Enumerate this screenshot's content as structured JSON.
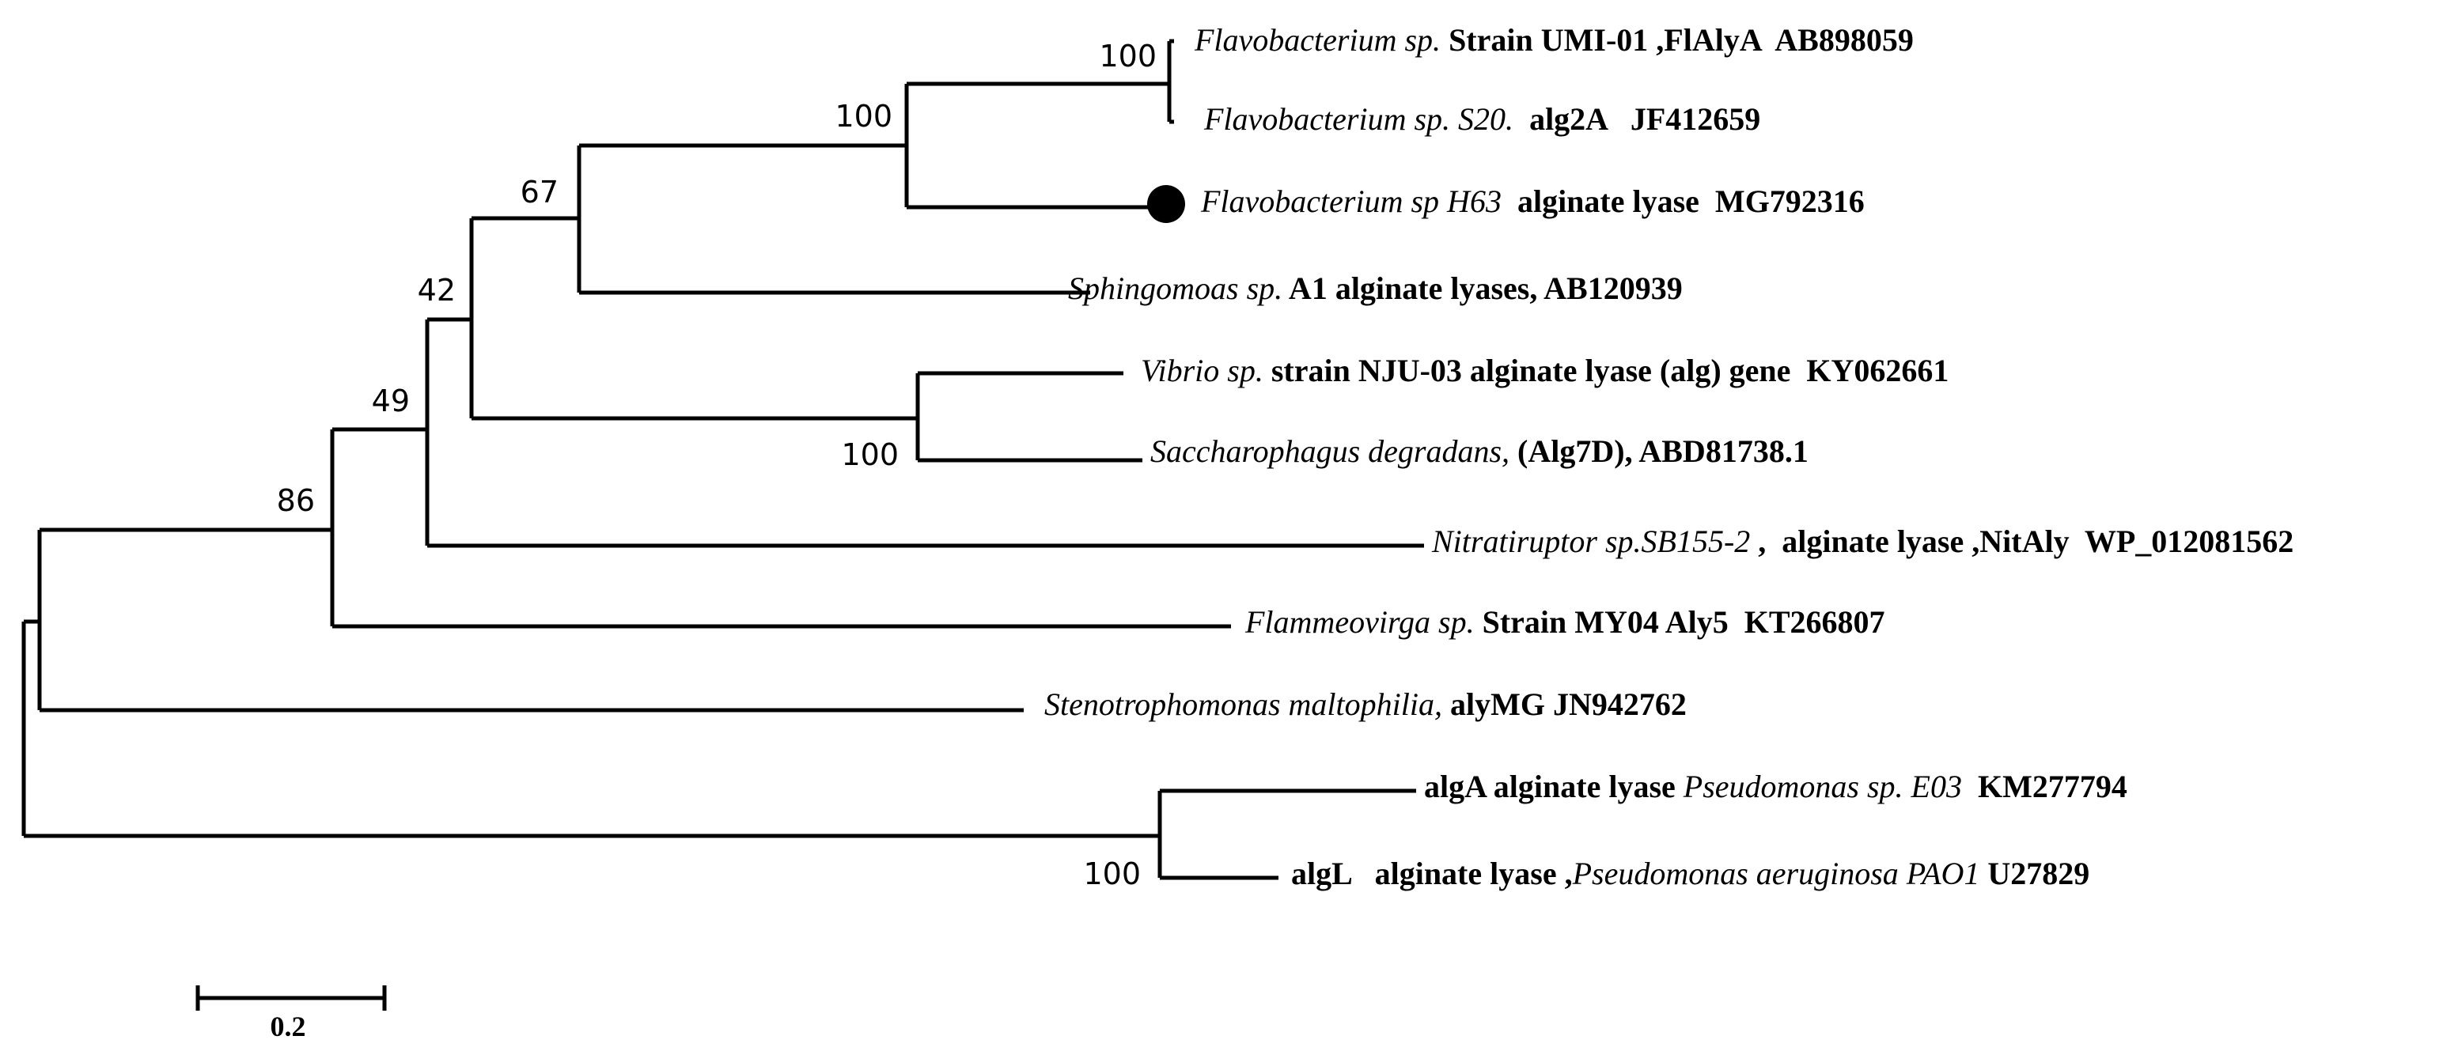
{
  "taxa": [
    {
      "id": "t1",
      "parts": [
        {
          "t": "Flavobacterium sp.",
          "i": true
        },
        {
          "t": " Strain UMI-01 ,FlAlyA  AB898059",
          "i": false
        }
      ]
    },
    {
      "id": "t2",
      "parts": [
        {
          "t": "Flavobacterium sp. S20.",
          "i": true
        },
        {
          "t": "  alg2A   JF412659",
          "i": false
        }
      ]
    },
    {
      "id": "t3",
      "parts": [
        {
          "t": "Flavobacterium sp H63",
          "i": true
        },
        {
          "t": "  alginate lyase  MG792316",
          "i": false
        }
      ],
      "marker": "filled-circle"
    },
    {
      "id": "t4",
      "parts": [
        {
          "t": "Sphingomoas sp.",
          "i": true
        },
        {
          "t": " A1 alginate lyases, AB120939",
          "i": false
        }
      ]
    },
    {
      "id": "t5",
      "parts": [
        {
          "t": "Vibrio sp.",
          "i": true
        },
        {
          "t": " strain NJU-03 alginate lyase (alg) gene  KY062661",
          "i": false
        }
      ]
    },
    {
      "id": "t6",
      "parts": [
        {
          "t": "Saccharophagus degradans,",
          "i": true
        },
        {
          "t": " (Alg7D), ABD81738.1",
          "i": false
        }
      ]
    },
    {
      "id": "t7",
      "parts": [
        {
          "t": "Nitratiruptor sp.SB155-2",
          "i": true
        },
        {
          "t": " ,  alginate lyase ,NitAly  WP_012081562",
          "i": false
        }
      ]
    },
    {
      "id": "t8",
      "parts": [
        {
          "t": "Flammeovirga sp.",
          "i": true
        },
        {
          "t": " Strain MY04 Aly5  KT266807",
          "i": false
        }
      ]
    },
    {
      "id": "t9",
      "parts": [
        {
          "t": "Stenotrophomonas maltophilia,",
          "i": true
        },
        {
          "t": " alyMG JN942762",
          "i": false
        }
      ]
    },
    {
      "id": "t10",
      "parts": [
        {
          "t": "algA alginate lyase ",
          "i": false
        },
        {
          "t": "Pseudomonas sp. E03",
          "i": true
        },
        {
          "t": "  KM277794",
          "i": false
        }
      ]
    },
    {
      "id": "t11",
      "parts": [
        {
          "t": "algL   alginate lyase ,",
          "i": false
        },
        {
          "t": "Pseudomonas aeruginosa PAO1",
          "i": true
        },
        {
          "t": " U27829",
          "i": false
        }
      ]
    }
  ],
  "support_values": {
    "n_flavo_pair": "100",
    "n_flavo_clade": "100",
    "n_sphingo": "67",
    "n_42": "42",
    "n_vibrio_sacch": "100",
    "n_49": "49",
    "n_86": "86",
    "n_pseudo": "100"
  },
  "scale_bar": {
    "label": "0.2",
    "length": 0.2
  },
  "colors": {
    "line": "#000000",
    "text": "#000000",
    "background": "#ffffff"
  }
}
